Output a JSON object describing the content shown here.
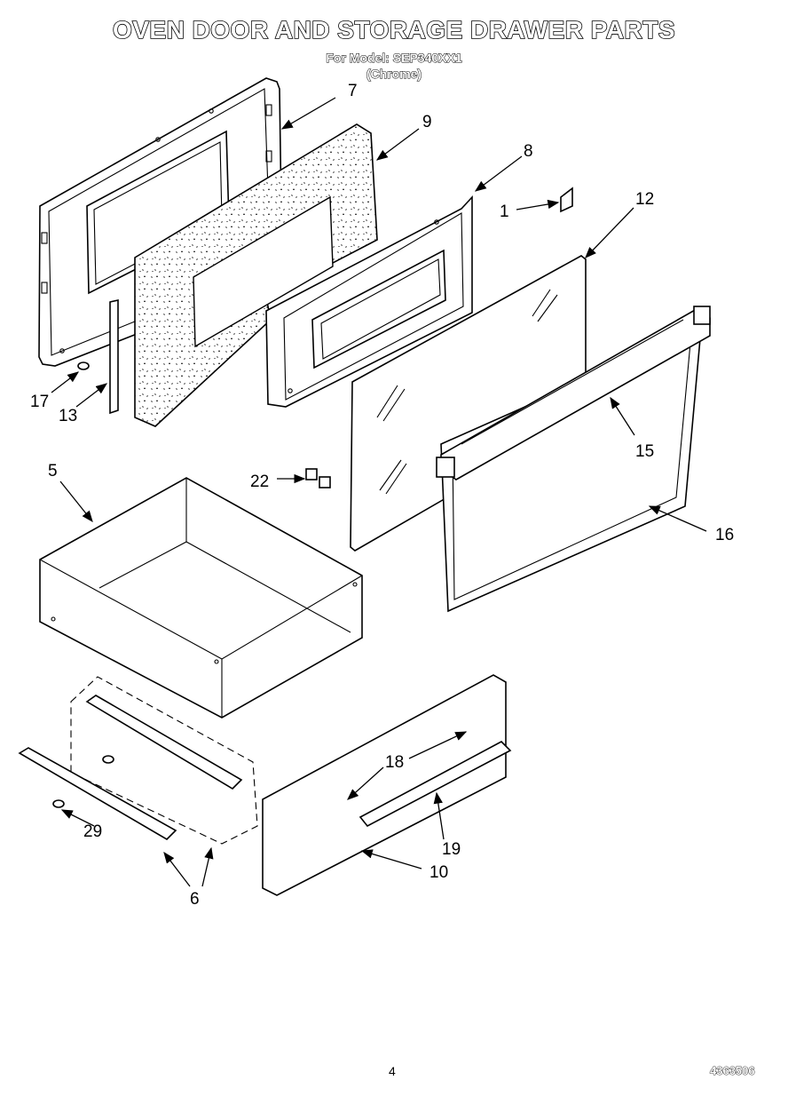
{
  "header": {
    "title": "OVEN DOOR AND STORAGE DRAWER PARTS",
    "model_line": "For Model: SEP340XX1",
    "finish": "(Chrome)"
  },
  "callouts": {
    "c7": "7",
    "c9": "9",
    "c8": "8",
    "c1": "1",
    "c12": "12",
    "c17": "17",
    "c13": "13",
    "c15": "15",
    "c5": "5",
    "c22": "22",
    "c16": "16",
    "c18": "18",
    "c19": "19",
    "c10": "10",
    "c29": "29",
    "c6": "6"
  },
  "footer": {
    "page_number": "4",
    "document_number": "4363506"
  }
}
